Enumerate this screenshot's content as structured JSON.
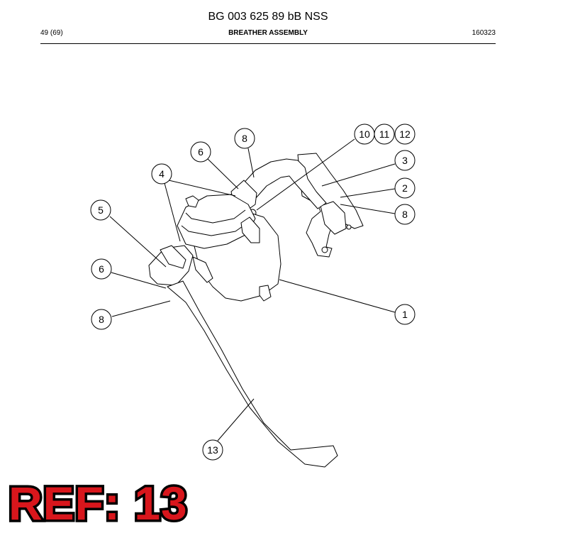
{
  "header": {
    "document_title": "BG 003 625 89 bB NSS",
    "page_indicator": "49 (69)",
    "section_title": "BREATHER ASSEMBLY",
    "date_code": "160323"
  },
  "callouts": [
    "1",
    "2",
    "3",
    "4",
    "5",
    "6",
    "6",
    "8",
    "8",
    "8",
    "8",
    "10",
    "11",
    "12",
    "13"
  ],
  "reference": {
    "label": "REF: 13"
  },
  "colors": {
    "reference_fill": "#d8161c",
    "reference_outline": "#000000"
  }
}
